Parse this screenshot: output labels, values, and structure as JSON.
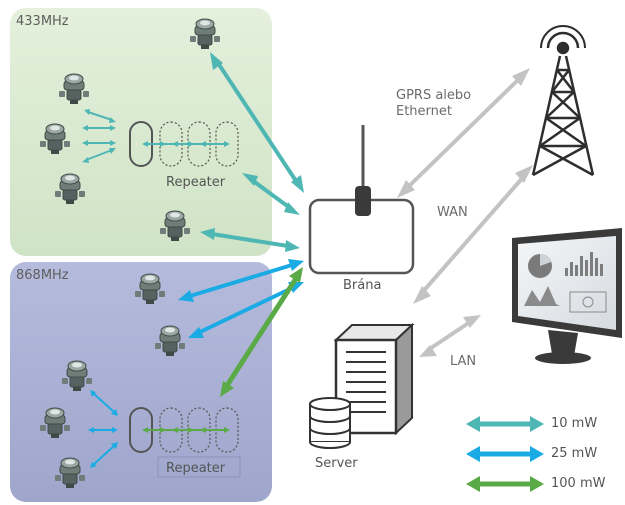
{
  "zones": {
    "z433": {
      "label": "433MHz"
    },
    "z868": {
      "label": "868MHz"
    }
  },
  "repeater_labels": {
    "top": "Repeater",
    "bottom": "Repeater"
  },
  "labels": {
    "gprs": "GPRS alebo\nEthernet",
    "wan": "WAN",
    "lan": "LAN",
    "gateway": "Brána",
    "server": "Server"
  },
  "legend": [
    {
      "label": "10 mW",
      "color": "#4fb7b3"
    },
    {
      "label": "25 mW",
      "color": "#1aaae4"
    },
    {
      "label": "100 mW",
      "color": "#5aaa47"
    }
  ],
  "colors": {
    "green_zone": "#d7e8cf",
    "blue_zone": "#a9afd3",
    "grey_link": "#c3c3c3",
    "device": "#555555"
  },
  "icons": [
    "water-meter-icon",
    "gateway-icon",
    "tower-icon",
    "server-icon",
    "monitor-icon",
    "repeater-icon"
  ]
}
